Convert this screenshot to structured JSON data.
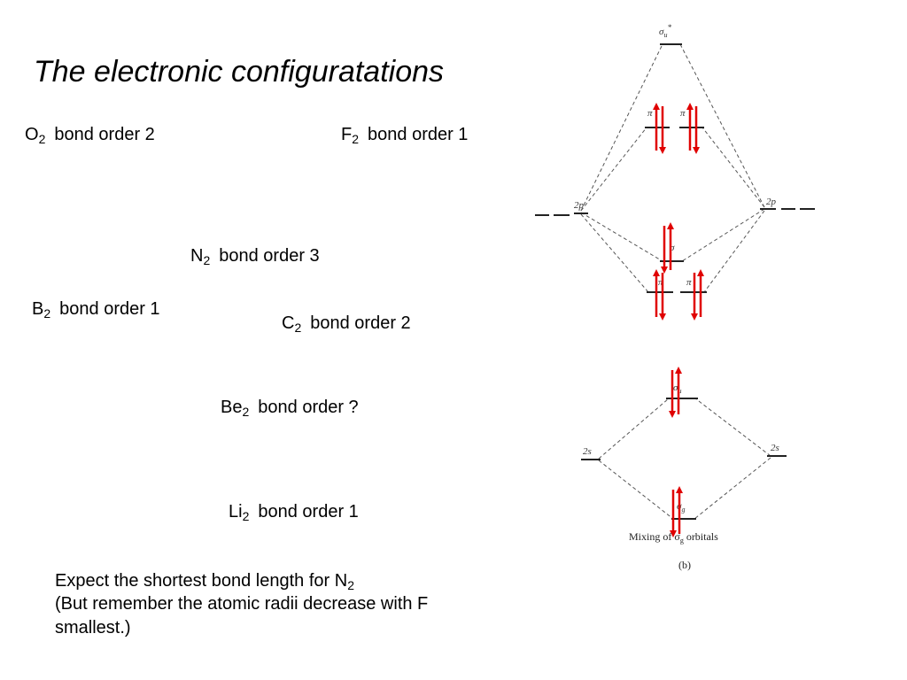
{
  "slide": {
    "title": "The electronic configuratations",
    "molecules": [
      {
        "symbol": "O",
        "subscript": "2",
        "bond_order": "bond order 2"
      },
      {
        "symbol": "F",
        "subscript": "2",
        "bond_order": "bond order 1"
      },
      {
        "symbol": "N",
        "subscript": "2",
        "bond_order": "bond order 3"
      },
      {
        "symbol": "B",
        "subscript": "2",
        "bond_order": "bond order 1"
      },
      {
        "symbol": "C",
        "subscript": "2",
        "bond_order": "bond order 2"
      },
      {
        "symbol": "Be",
        "subscript": "2",
        "bond_order": "bond order ?"
      },
      {
        "symbol": "Li",
        "subscript": "2",
        "bond_order": "bond order 1"
      }
    ],
    "note": {
      "line1_text": "Expect the shortest bond length for N",
      "line1_sub": "2",
      "line2": "(But remember the atomic radii decrease with F",
      "line3": "smallest.)"
    }
  },
  "diagram": {
    "labels": {
      "sigma_u_star": "σ",
      "sigma_u_star_sub": "u",
      "sigma_u_star_sup": "*",
      "pi_g": "π",
      "pi_u": "π",
      "sigma_g_2p": "σ",
      "atomic_2p": "2p",
      "atomic_2s": "2s",
      "sigma_u_2s": "σ",
      "sigma_u_2s_sub": "u",
      "sigma_g_2s": "σ",
      "sigma_g_2s_sub": "g",
      "caption": "Mixing of σ",
      "caption_sub": "g",
      "caption_end": " orbitals",
      "panel": "(b)"
    },
    "arrow_color": "#e00000",
    "line_color": "#333333"
  }
}
